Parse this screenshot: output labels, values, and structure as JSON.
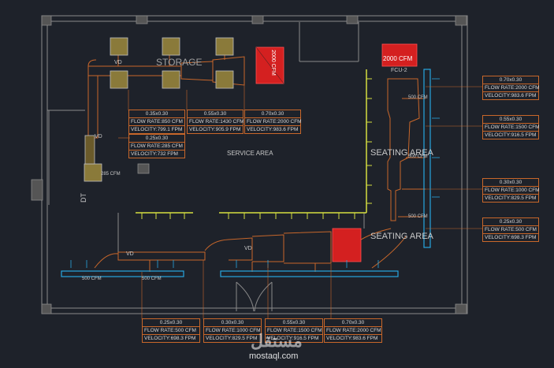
{
  "areas": {
    "storage": "STORAGE",
    "service": "SERVICE AREA",
    "seating_1": "SEATING AREA",
    "seating_2": "SEATING AREA"
  },
  "units": {
    "fcu1_rate": "2000 CFM",
    "fcu2_name": "FCU-2",
    "fcu2_rate": "2000 CFM"
  },
  "labels": {
    "vd": "VD",
    "dt": "DT",
    "cfm500": "500 CFM",
    "cfm285": "285 CFM",
    "cfm_top": "285 CFM"
  },
  "boxes": [
    {
      "size": "0.35x0.30",
      "flow": "FLOW RATE:850 CFM",
      "vel": "VELOCITY:799.1 FPM"
    },
    {
      "size": "0.55x0.30",
      "flow": "FLOW RATE:1430 CFM",
      "vel": "VELOCITY:905.9 FPM"
    },
    {
      "size": "0.70x0.30",
      "flow": "FLOW RATE:2000 CFM",
      "vel": "VELOCITY:983.6 FPM"
    },
    {
      "size": "0.25x0.30",
      "flow": "FLOW RATE:285 CFM",
      "vel": "VELOCITY:732 FPM"
    },
    {
      "size": "0.70x0.30",
      "flow": "FLOW RATE:2000 CFM",
      "vel": "VELOCITY:983.6 FPM"
    },
    {
      "size": "0.55x0.30",
      "flow": "FLOW RATE:1500 CFM",
      "vel": "VELOCITY:916.5 FPM"
    },
    {
      "size": "0.30x0.30",
      "flow": "FLOW RATE:1000 CFM",
      "vel": "VELOCITY:829.5 FPM"
    },
    {
      "size": "0.25x0.30",
      "flow": "FLOW RATE:500 CFM",
      "vel": "VELOCITY:698.3 FPM"
    },
    {
      "size": "0.25x0.30",
      "flow": "FLOW RATE:500 CFM",
      "vel": "VELOCITY:698.3 FPM"
    },
    {
      "size": "0.30x0.30",
      "flow": "FLOW RATE:1000 CFM",
      "vel": "VELOCITY:829.5 FPM"
    },
    {
      "size": "0.55x0.30",
      "flow": "FLOW RATE:1500 CFM",
      "vel": "VELOCITY:916.5 FPM"
    },
    {
      "size": "0.70x0.30",
      "flow": "FLOW RATE:2000 CFM",
      "vel": "VELOCITY:983.6 FPM"
    }
  ],
  "watermark": {
    "brand": "مستقل",
    "url": "mostaql.com"
  },
  "colors": {
    "bg": "#1e222a",
    "wall": "#8a8a8a",
    "duct": "#c8672a",
    "fcu": "#d42020",
    "supply": "#27a6e0",
    "return": "#d6e040"
  }
}
